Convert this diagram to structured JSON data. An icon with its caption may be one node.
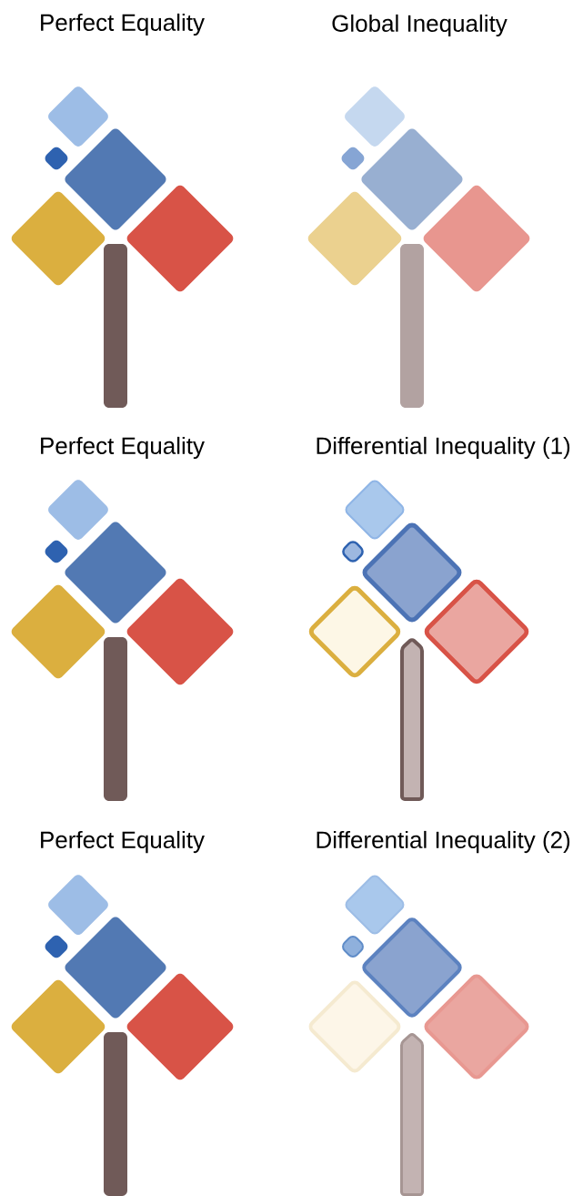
{
  "diagram": {
    "labels": [
      "Perfect Equality",
      "Global Inequality",
      "Perfect Equality",
      "Differential Inequality (1)",
      "Perfect Equality",
      "Differential Inequality (2)"
    ]
  }
}
